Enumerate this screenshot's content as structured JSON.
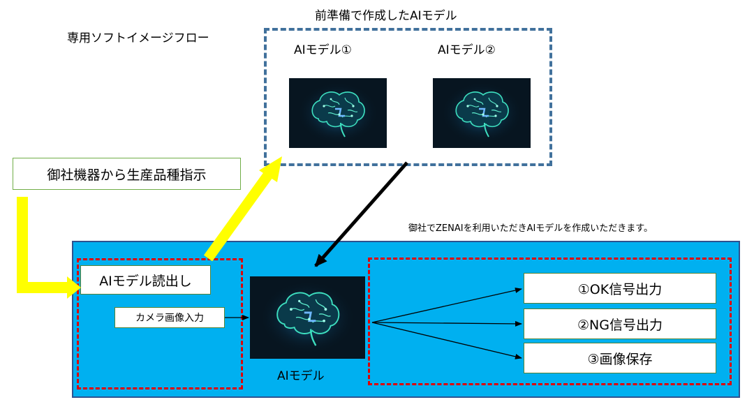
{
  "flow_title": "専用ソフトイメージフロー",
  "models_group": {
    "title": "前準備で作成したAIモデル",
    "model1_label": "AIモデル①",
    "model2_label": "AIモデル②"
  },
  "instruction_box": "御社機器から生産品種指示",
  "note": "御社でZENAIを利用いただきAIモデルを作成いただきます。",
  "process": {
    "load_model": "AIモデル読出し",
    "camera_input": "カメラ画像入力",
    "center_model_label": "AIモデル",
    "outputs": [
      "①OK信号出力",
      "②NG信号出力",
      "③画像保存"
    ]
  },
  "colors": {
    "panel": "#00b0f0",
    "blue_dash": "#41719c",
    "red_dash": "#e00000",
    "yellow_arrow": "#ffff00"
  }
}
